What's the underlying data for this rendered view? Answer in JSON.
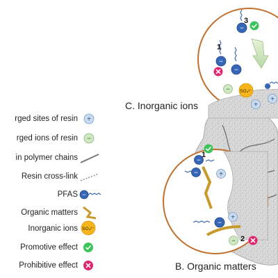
{
  "legend": {
    "items": [
      {
        "label": "rged sites of resin",
        "symbol": "plus-circle",
        "color": "#c9dcef"
      },
      {
        "label": "rged ions of resin",
        "symbol": "minus-circle",
        "color": "#cfe8c3"
      },
      {
        "label": "in polymer chains",
        "symbol": "line",
        "color": "#777777"
      },
      {
        "label": "Resin cross-link",
        "symbol": "dotted-line",
        "color": "#888888"
      },
      {
        "label": "PFAS",
        "symbol": "pfas",
        "color": "#2f5fb0"
      },
      {
        "label": "Organic matters",
        "symbol": "organic",
        "color": "#c79a2a"
      },
      {
        "label": "Inorganic ions",
        "symbol": "sulfate",
        "color": "#f6b51a"
      },
      {
        "label": "Promotive effect",
        "symbol": "check",
        "color": "#3cc35a"
      },
      {
        "label": "Prohibitive effect",
        "symbol": "cross",
        "color": "#e0246e"
      }
    ]
  },
  "panels": {
    "inorganic": {
      "title": "C. Inorganic ions",
      "markers": [
        "1",
        "3"
      ]
    },
    "organic": {
      "title": "B. Organic matters",
      "markers": [
        "1",
        "2"
      ]
    }
  },
  "symbols": {
    "plus": "+",
    "minus": "−",
    "sulfate": "SO₄²⁻"
  },
  "colors": {
    "circle_outline": "#c0702e",
    "resin": "#d9d9d9",
    "chain": "#6f6f6f"
  }
}
